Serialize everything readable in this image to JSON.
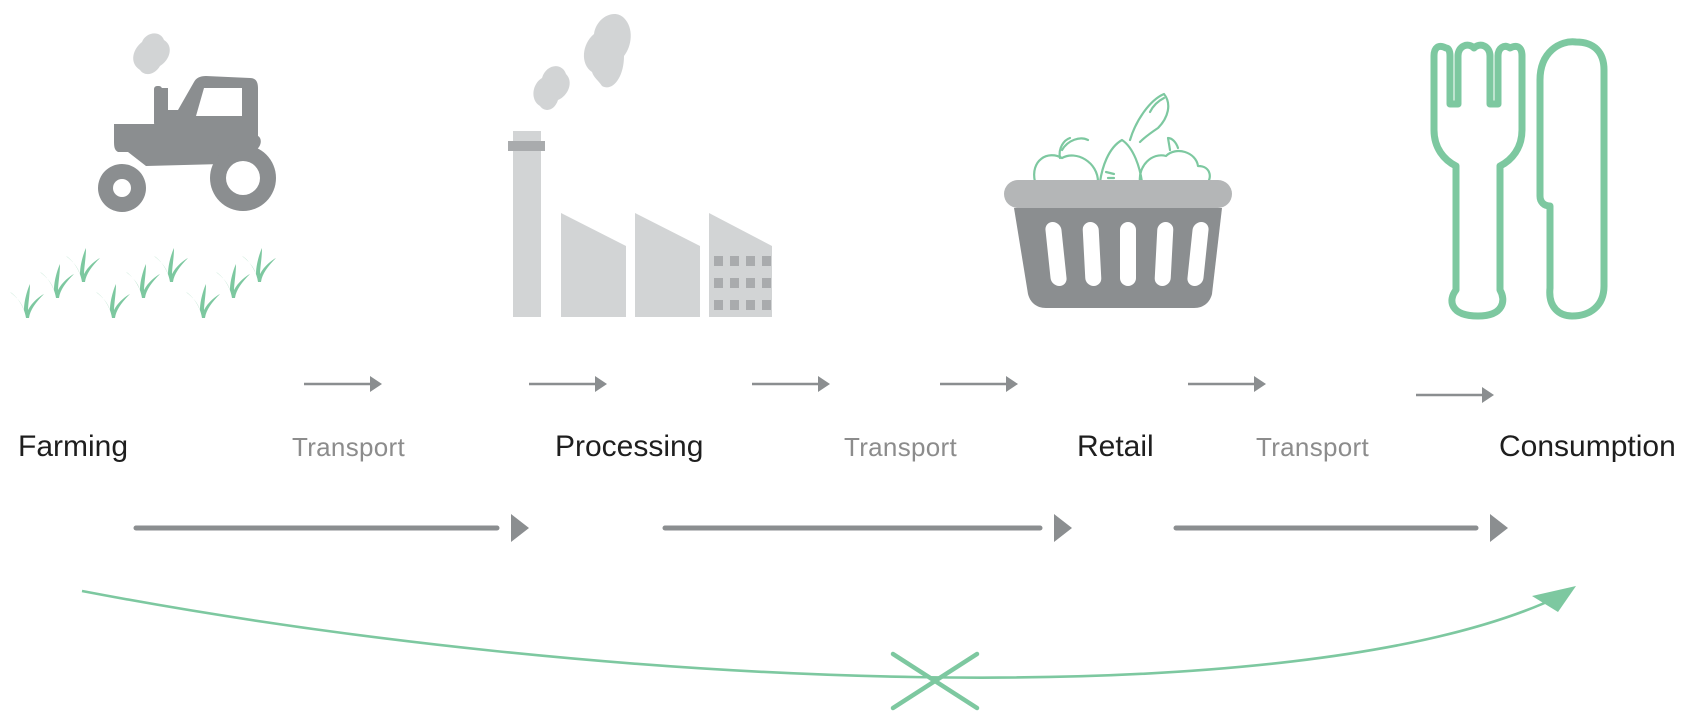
{
  "stages": [
    {
      "label": "Farming",
      "icon": "tractor-icon"
    },
    {
      "label": "Processing",
      "icon": "factory-icon"
    },
    {
      "label": "Retail",
      "icon": "basket-icon"
    },
    {
      "label": "Consumption",
      "icon": "fork-knife-icon"
    }
  ],
  "transports": [
    {
      "label": "Transport"
    },
    {
      "label": "Transport"
    },
    {
      "label": "Transport"
    }
  ],
  "colors": {
    "accent": "#7dc8a0",
    "gray_dark": "#8b8e90",
    "gray_light": "#d2d4d5",
    "text": "#1e1e1e",
    "muted_text": "#8c8c8c"
  }
}
